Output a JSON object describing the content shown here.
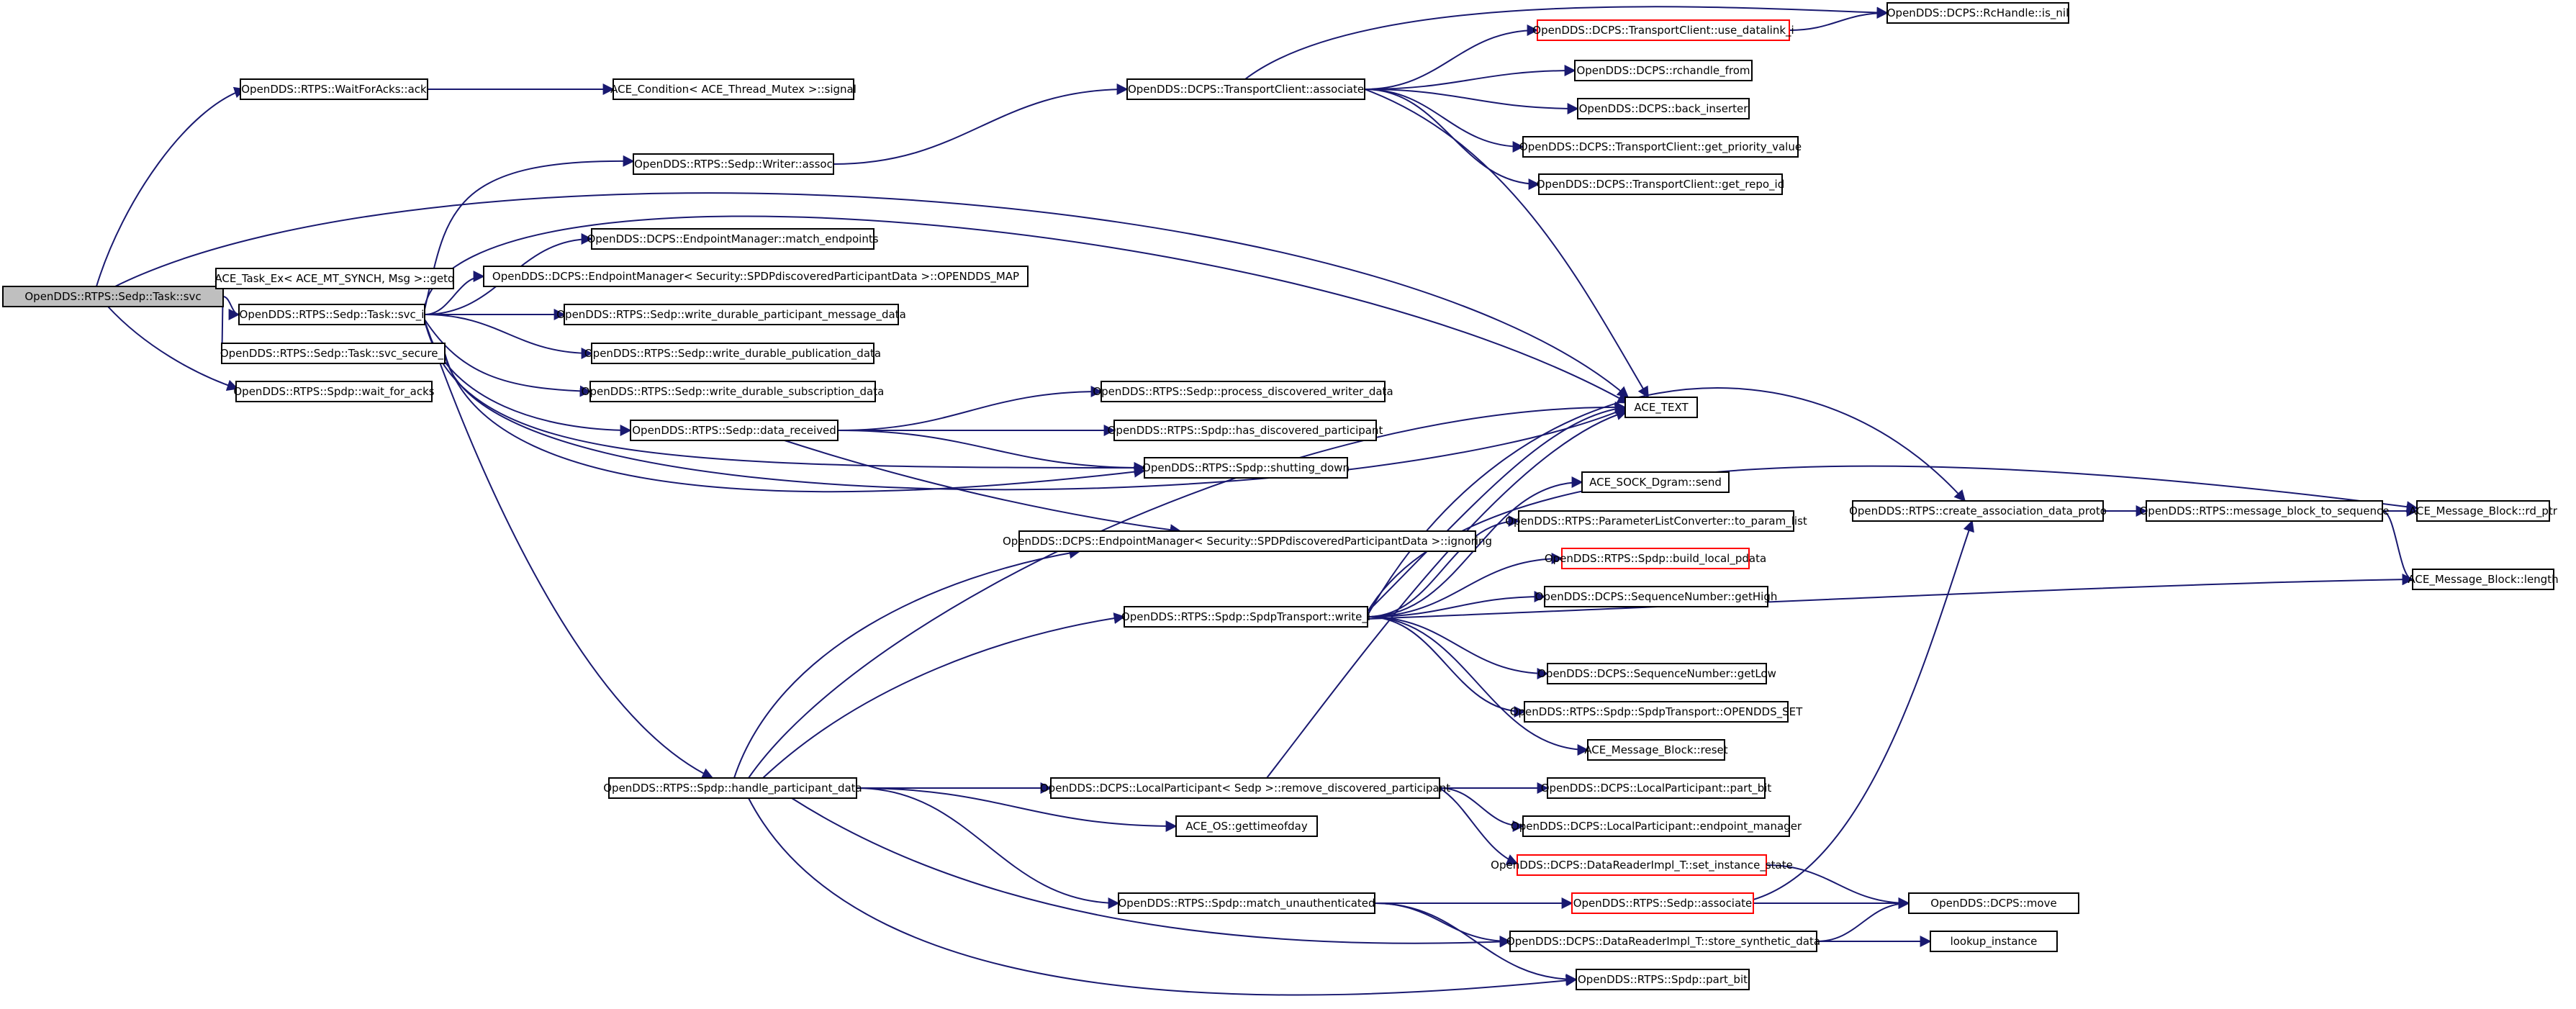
{
  "diagram": {
    "colors": {
      "edge": "#191970",
      "root_fill": "#bfbfbf",
      "node_border": "#000000",
      "truncated_border": "#ff0000"
    },
    "nodes": [
      {
        "id": "n_root",
        "label": "OpenDDS::RTPS::Sedp::Task::svc",
        "style": "root"
      },
      {
        "id": "n_wfa",
        "label": "OpenDDS::RTPS::WaitForAcks::ack"
      },
      {
        "id": "n_cond",
        "label": "ACE_Condition< ACE_Thread_Mutex >::signal"
      },
      {
        "id": "n_getq",
        "label": "ACE_Task_Ex< ACE_MT_SYNCH, Msg >::getq"
      },
      {
        "id": "n_svci",
        "label": "OpenDDS::RTPS::Sedp::Task::svc_i"
      },
      {
        "id": "n_svcsec",
        "label": "OpenDDS::RTPS::Sedp::Task::svc_secure_i"
      },
      {
        "id": "n_wait",
        "label": "OpenDDS::RTPS::Spdp::wait_for_acks"
      },
      {
        "id": "n_wassoc",
        "label": "OpenDDS::RTPS::Sedp::Writer::assoc"
      },
      {
        "id": "n_match",
        "label": "OpenDDS::DCPS::EndpointManager::match_endpoints"
      },
      {
        "id": "n_omap",
        "label": "OpenDDS::DCPS::EndpointManager< Security::SPDPdiscoveredParticipantData >::OPENDDS_MAP"
      },
      {
        "id": "n_wdpm",
        "label": "OpenDDS::RTPS::Sedp::write_durable_participant_message_data"
      },
      {
        "id": "n_wdpub",
        "label": "OpenDDS::RTPS::Sedp::write_durable_publication_data"
      },
      {
        "id": "n_wdsub",
        "label": "OpenDDS::RTPS::Sedp::write_durable_subscription_data"
      },
      {
        "id": "n_datarec",
        "label": "OpenDDS::RTPS::Sedp::data_received"
      },
      {
        "id": "n_tcassoc",
        "label": "OpenDDS::DCPS::TransportClient::associate"
      },
      {
        "id": "n_usedl",
        "label": "OpenDDS::DCPS::TransportClient::use_datalink_i",
        "style": "red"
      },
      {
        "id": "n_isnil",
        "label": "OpenDDS::DCPS::RcHandle::is_nil"
      },
      {
        "id": "n_rchfrom",
        "label": "OpenDDS::DCPS::rchandle_from"
      },
      {
        "id": "n_backins",
        "label": "OpenDDS::DCPS::back_inserter"
      },
      {
        "id": "n_getprio",
        "label": "OpenDDS::DCPS::TransportClient::get_priority_value"
      },
      {
        "id": "n_getrepo",
        "label": "OpenDDS::DCPS::TransportClient::get_repo_id"
      },
      {
        "id": "n_pdwd",
        "label": "OpenDDS::RTPS::Sedp::process_discovered_writer_data"
      },
      {
        "id": "n_hasdp",
        "label": "OpenDDS::RTPS::Spdp::has_discovered_participant"
      },
      {
        "id": "n_shut",
        "label": "OpenDDS::RTPS::Spdp::shutting_down"
      },
      {
        "id": "n_acetext",
        "label": "ACE_TEXT"
      },
      {
        "id": "n_ign",
        "label": "OpenDDS::DCPS::EndpointManager< Security::SPDPdiscoveredParticipantData >::ignoring"
      },
      {
        "id": "n_sock",
        "label": "ACE_SOCK_Dgram::send"
      },
      {
        "id": "n_plc",
        "label": "OpenDDS::RTPS::ParameterListConverter::to_param_list"
      },
      {
        "id": "n_build",
        "label": "OpenDDS::RTPS::Spdp::build_local_pdata",
        "style": "red"
      },
      {
        "id": "n_writei",
        "label": "OpenDDS::RTPS::Spdp::SpdpTransport::write_i"
      },
      {
        "id": "n_gethigh",
        "label": "OpenDDS::DCPS::SequenceNumber::getHigh"
      },
      {
        "id": "n_getlow",
        "label": "OpenDDS::DCPS::SequenceNumber::getLow"
      },
      {
        "id": "n_oset",
        "label": "OpenDDS::RTPS::Spdp::SpdpTransport::OPENDDS_SET"
      },
      {
        "id": "n_mbreset",
        "label": "ACE_Message_Block::reset"
      },
      {
        "id": "n_hpd",
        "label": "OpenDDS::RTPS::Spdp::handle_participant_data"
      },
      {
        "id": "n_rdp",
        "label": "OpenDDS::DCPS::LocalParticipant< Sedp >::remove_discovered_participant"
      },
      {
        "id": "n_lppb",
        "label": "OpenDDS::DCPS::LocalParticipant::part_bit"
      },
      {
        "id": "n_epm",
        "label": "OpenDDS::DCPS::LocalParticipant::endpoint_manager"
      },
      {
        "id": "n_sis",
        "label": "OpenDDS::DCPS::DataReaderImpl_T::set_instance_state",
        "style": "red"
      },
      {
        "id": "n_gtod",
        "label": "ACE_OS::gettimeofday"
      },
      {
        "id": "n_mu",
        "label": "OpenDDS::RTPS::Spdp::match_unauthenticated"
      },
      {
        "id": "n_sassoc",
        "label": "OpenDDS::RTPS::Sedp::associate",
        "style": "red"
      },
      {
        "id": "n_move",
        "label": "OpenDDS::DCPS::move"
      },
      {
        "id": "n_ssd",
        "label": "OpenDDS::DCPS::DataReaderImpl_T::store_synthetic_data"
      },
      {
        "id": "n_lookup",
        "label": "lookup_instance"
      },
      {
        "id": "n_spb",
        "label": "OpenDDS::RTPS::Spdp::part_bit"
      },
      {
        "id": "n_cadp",
        "label": "OpenDDS::RTPS::create_association_data_proto"
      },
      {
        "id": "n_mbts",
        "label": "OpenDDS::RTPS::message_block_to_sequence"
      },
      {
        "id": "n_rdptr",
        "label": "ACE_Message_Block::rd_ptr"
      },
      {
        "id": "n_mblen",
        "label": "ACE_Message_Block::length"
      }
    ]
  }
}
